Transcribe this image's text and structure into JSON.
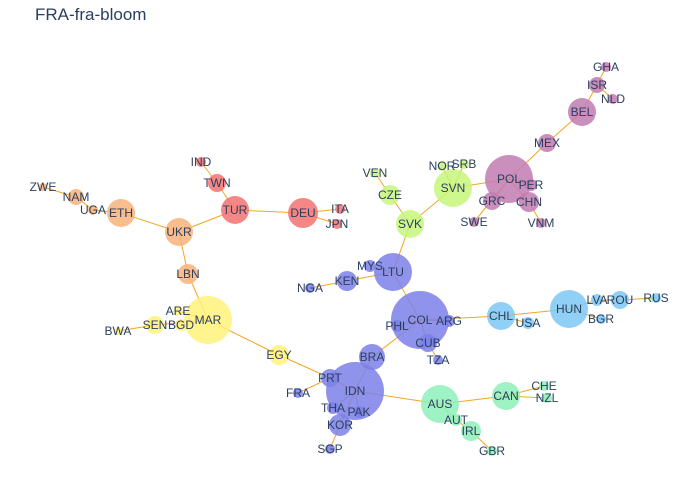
{
  "title": "FRA-fra-bloom",
  "colors": {
    "edge": "#f5a623",
    "purple": "#c27bb2",
    "lime": "#c6f77a",
    "red": "#f47272",
    "orange": "#f8b27a",
    "yellow": "#fff27a",
    "blue": "#7b80e8",
    "cyan": "#7cc8f4",
    "mint": "#8ef0b8",
    "label": "#2a3f5f"
  },
  "nodes": [
    {
      "id": "GHA",
      "group": "purple",
      "size": 5
    },
    {
      "id": "ISR",
      "group": "purple",
      "size": 8
    },
    {
      "id": "NLD",
      "group": "purple",
      "size": 5
    },
    {
      "id": "BEL",
      "group": "purple",
      "size": 14
    },
    {
      "id": "MEX",
      "group": "purple",
      "size": 9
    },
    {
      "id": "POL",
      "group": "purple",
      "size": 24
    },
    {
      "id": "PER",
      "group": "purple",
      "size": 6
    },
    {
      "id": "CHN",
      "group": "purple",
      "size": 10
    },
    {
      "id": "GRC",
      "group": "purple",
      "size": 9
    },
    {
      "id": "SWE",
      "group": "purple",
      "size": 5
    },
    {
      "id": "VNM",
      "group": "purple",
      "size": 5
    },
    {
      "id": "NOR",
      "group": "lime",
      "size": 5
    },
    {
      "id": "SRB",
      "group": "lime",
      "size": 5
    },
    {
      "id": "SVN",
      "group": "lime",
      "size": 19
    },
    {
      "id": "VEN",
      "group": "lime",
      "size": 5
    },
    {
      "id": "CZE",
      "group": "lime",
      "size": 10
    },
    {
      "id": "SVK",
      "group": "lime",
      "size": 14
    },
    {
      "id": "IND",
      "group": "red",
      "size": 5
    },
    {
      "id": "TWN",
      "group": "red",
      "size": 9
    },
    {
      "id": "TUR",
      "group": "red",
      "size": 14
    },
    {
      "id": "DEU",
      "group": "red",
      "size": 15
    },
    {
      "id": "ITA",
      "group": "red",
      "size": 5
    },
    {
      "id": "JPN",
      "group": "red",
      "size": 5
    },
    {
      "id": "ZWE",
      "group": "orange",
      "size": 4
    },
    {
      "id": "NAM",
      "group": "orange",
      "size": 8
    },
    {
      "id": "UGA",
      "group": "orange",
      "size": 5
    },
    {
      "id": "ETH",
      "group": "orange",
      "size": 14
    },
    {
      "id": "UKR",
      "group": "orange",
      "size": 14
    },
    {
      "id": "LBN",
      "group": "orange",
      "size": 10
    },
    {
      "id": "ARE",
      "group": "yellow",
      "size": 5
    },
    {
      "id": "SEN",
      "group": "yellow",
      "size": 9
    },
    {
      "id": "BGD",
      "group": "yellow",
      "size": 6
    },
    {
      "id": "MAR",
      "group": "yellow",
      "size": 24
    },
    {
      "id": "BWA",
      "group": "yellow",
      "size": 4
    },
    {
      "id": "EGY",
      "group": "yellow",
      "size": 10
    },
    {
      "id": "MYS",
      "group": "blue",
      "size": 6
    },
    {
      "id": "LTU",
      "group": "blue",
      "size": 19
    },
    {
      "id": "KEN",
      "group": "blue",
      "size": 10
    },
    {
      "id": "NGA",
      "group": "blue",
      "size": 5
    },
    {
      "id": "COL",
      "group": "blue",
      "size": 29
    },
    {
      "id": "ARG",
      "group": "blue",
      "size": 6
    },
    {
      "id": "PHL",
      "group": "blue",
      "size": 6
    },
    {
      "id": "CUB",
      "group": "blue",
      "size": 9
    },
    {
      "id": "TZA",
      "group": "blue",
      "size": 5
    },
    {
      "id": "BRA",
      "group": "blue",
      "size": 13
    },
    {
      "id": "PRT",
      "group": "blue",
      "size": 9
    },
    {
      "id": "IDN",
      "group": "blue",
      "size": 29
    },
    {
      "id": "FRA",
      "group": "blue",
      "size": 5
    },
    {
      "id": "THA",
      "group": "blue",
      "size": 6
    },
    {
      "id": "PAK",
      "group": "blue",
      "size": 6
    },
    {
      "id": "KOR",
      "group": "blue",
      "size": 11
    },
    {
      "id": "SGP",
      "group": "blue",
      "size": 5
    },
    {
      "id": "CHL",
      "group": "cyan",
      "size": 14
    },
    {
      "id": "USA",
      "group": "cyan",
      "size": 6
    },
    {
      "id": "HUN",
      "group": "cyan",
      "size": 19
    },
    {
      "id": "LVA",
      "group": "cyan",
      "size": 6
    },
    {
      "id": "ROU",
      "group": "cyan",
      "size": 9
    },
    {
      "id": "RUS",
      "group": "cyan",
      "size": 5
    },
    {
      "id": "BGR",
      "group": "cyan",
      "size": 5
    },
    {
      "id": "AUS",
      "group": "mint",
      "size": 19
    },
    {
      "id": "CAN",
      "group": "mint",
      "size": 14
    },
    {
      "id": "CHE",
      "group": "mint",
      "size": 5
    },
    {
      "id": "NZL",
      "group": "mint",
      "size": 5
    },
    {
      "id": "AUT",
      "group": "mint",
      "size": 6
    },
    {
      "id": "IRL",
      "group": "mint",
      "size": 10
    },
    {
      "id": "GBR",
      "group": "mint",
      "size": 5
    }
  ],
  "edges": [
    [
      "GHA",
      "ISR"
    ],
    [
      "ISR",
      "NLD"
    ],
    [
      "ISR",
      "BEL"
    ],
    [
      "BEL",
      "MEX"
    ],
    [
      "MEX",
      "POL"
    ],
    [
      "POL",
      "PER"
    ],
    [
      "POL",
      "CHN"
    ],
    [
      "POL",
      "GRC"
    ],
    [
      "POL",
      "SWE"
    ],
    [
      "CHN",
      "VNM"
    ],
    [
      "POL",
      "SVN"
    ],
    [
      "SVN",
      "NOR"
    ],
    [
      "SVN",
      "SRB"
    ],
    [
      "SVN",
      "SVK"
    ],
    [
      "VEN",
      "CZE"
    ],
    [
      "CZE",
      "SVK"
    ],
    [
      "SVK",
      "LTU"
    ],
    [
      "IND",
      "TWN"
    ],
    [
      "TWN",
      "TUR"
    ],
    [
      "TUR",
      "DEU"
    ],
    [
      "DEU",
      "ITA"
    ],
    [
      "DEU",
      "JPN"
    ],
    [
      "TUR",
      "UKR"
    ],
    [
      "ZWE",
      "NAM"
    ],
    [
      "NAM",
      "UGA"
    ],
    [
      "UGA",
      "ETH"
    ],
    [
      "ETH",
      "UKR"
    ],
    [
      "UKR",
      "LBN"
    ],
    [
      "LBN",
      "MAR"
    ],
    [
      "ARE",
      "MAR"
    ],
    [
      "SEN",
      "MAR"
    ],
    [
      "BGD",
      "MAR"
    ],
    [
      "BWA",
      "SEN"
    ],
    [
      "MAR",
      "EGY"
    ],
    [
      "EGY",
      "PRT"
    ],
    [
      "MYS",
      "LTU"
    ],
    [
      "KEN",
      "LTU"
    ],
    [
      "NGA",
      "KEN"
    ],
    [
      "LTU",
      "COL"
    ],
    [
      "COL",
      "ARG"
    ],
    [
      "COL",
      "PHL"
    ],
    [
      "COL",
      "CUB"
    ],
    [
      "CUB",
      "TZA"
    ],
    [
      "COL",
      "BRA"
    ],
    [
      "COL",
      "CHL"
    ],
    [
      "CHL",
      "USA"
    ],
    [
      "CHL",
      "HUN"
    ],
    [
      "HUN",
      "LVA"
    ],
    [
      "LVA",
      "ROU"
    ],
    [
      "ROU",
      "RUS"
    ],
    [
      "HUN",
      "BGR"
    ],
    [
      "BRA",
      "IDN"
    ],
    [
      "PRT",
      "IDN"
    ],
    [
      "FRA",
      "PRT"
    ],
    [
      "IDN",
      "THA"
    ],
    [
      "IDN",
      "PAK"
    ],
    [
      "IDN",
      "KOR"
    ],
    [
      "KOR",
      "SGP"
    ],
    [
      "IDN",
      "AUS"
    ],
    [
      "AUS",
      "CAN"
    ],
    [
      "CAN",
      "CHE"
    ],
    [
      "CAN",
      "NZL"
    ],
    [
      "AUS",
      "AUT"
    ],
    [
      "AUT",
      "IRL"
    ],
    [
      "IRL",
      "GBR"
    ]
  ]
}
